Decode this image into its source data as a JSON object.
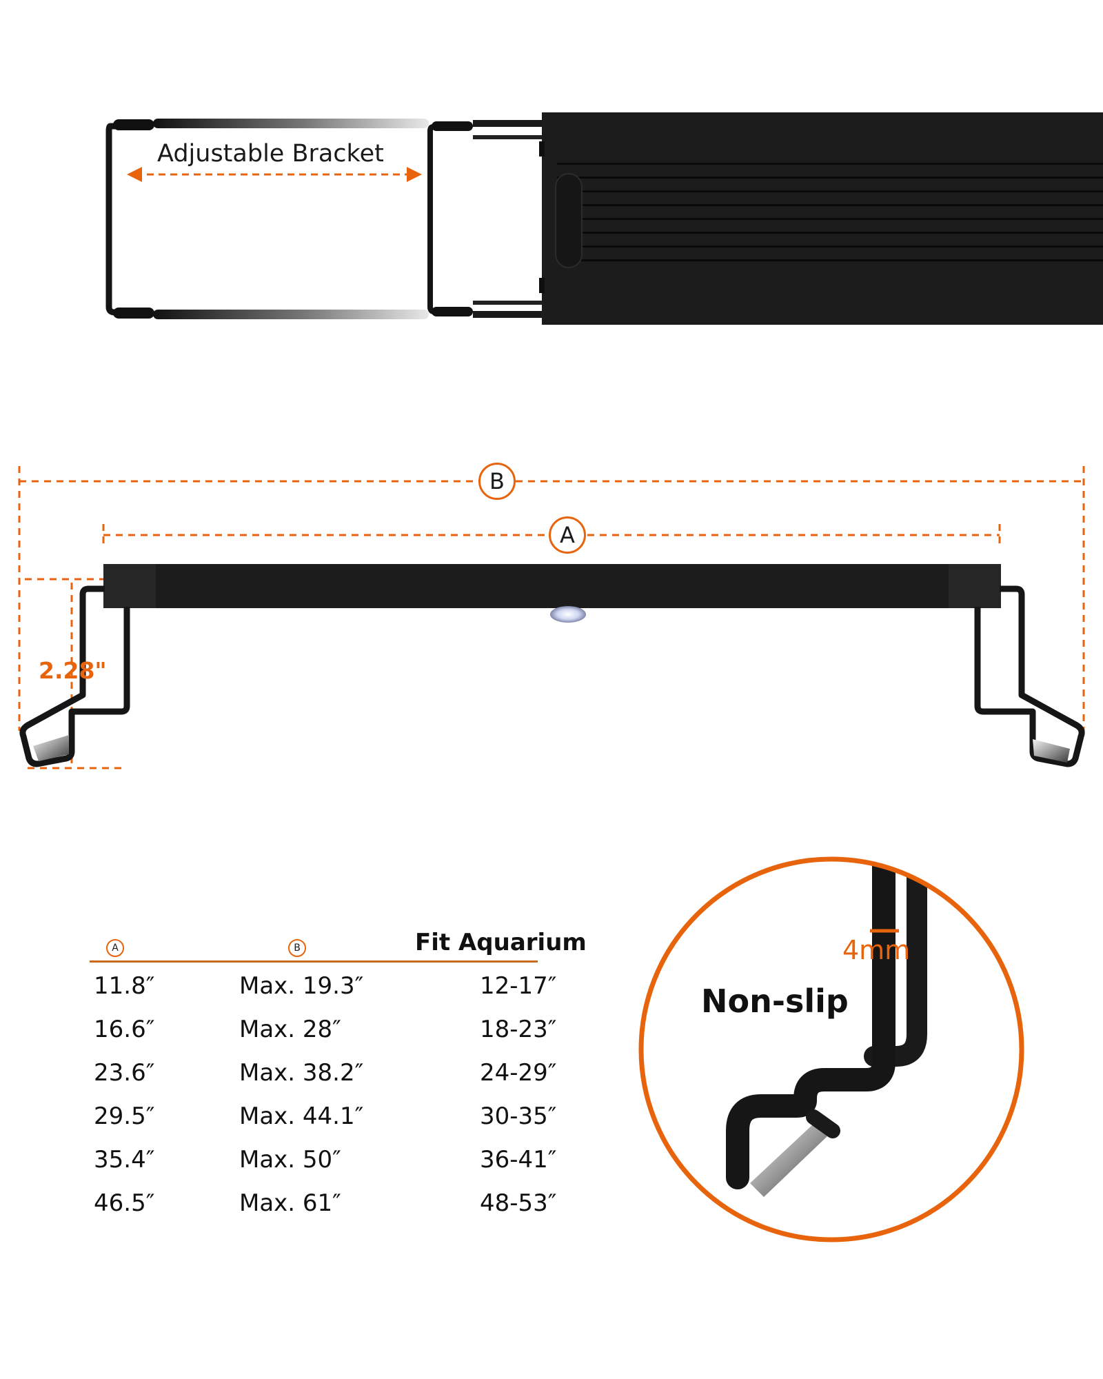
{
  "bracket": {
    "label": "Adjustable Bracket"
  },
  "dimensions": {
    "letter_a": "A",
    "letter_b": "B",
    "height_label": "2.28\""
  },
  "table": {
    "col_a": "A",
    "col_b": "B",
    "col_fit": "Fit Aquarium",
    "rows": [
      {
        "a": "11.8″",
        "b": "Max. 19.3″",
        "fit": "12-17″"
      },
      {
        "a": "16.6″",
        "b": "Max. 28″",
        "fit": "18-23″"
      },
      {
        "a": "23.6″",
        "b": "Max. 38.2″",
        "fit": "24-29″"
      },
      {
        "a": "29.5″",
        "b": "Max. 44.1″",
        "fit": "30-35″"
      },
      {
        "a": "35.4″",
        "b": "Max. 50″",
        "fit": "36-41″"
      },
      {
        "a": "46.5″",
        "b": "Max. 61″",
        "fit": "48-53″"
      }
    ]
  },
  "detail": {
    "nonslip": "Non-slip",
    "thickness": "4mm"
  },
  "colors": {
    "accent": "#e8640c",
    "fixture": "#1c1c1c"
  }
}
